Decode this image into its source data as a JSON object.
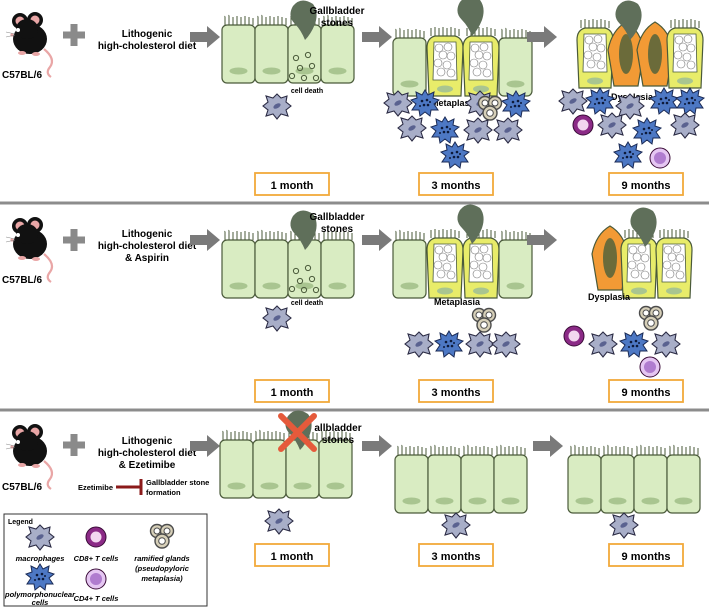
{
  "colors": {
    "cell_fill": "#d9ecc2",
    "cell_stroke": "#4a5a3a",
    "nucleus": "#a9c590",
    "stone": "#5f6f5a",
    "metaplasia_fill": "#e8ec6a",
    "dysplasia_fill": "#f29a35",
    "arrow": "#7a7a7a",
    "time_border": "#f2a93b",
    "divider": "#8c8c8c",
    "macrophage": "#a8aec8",
    "pmn": "#4d78c4",
    "cd8": "#8b2a86",
    "cd4": "#b07ccf",
    "x_mark": "#e55a3b",
    "inhibit": "#8b1a1a"
  },
  "panels": [
    {
      "mouse_label": "C57BL/6",
      "diet_line1": "Lithogenic",
      "diet_line2": "high-cholesterol diet",
      "diet_line3": "",
      "stones_line1": "Gallbladder",
      "stones_line2": "stones",
      "cell_death": "cell death",
      "metaplasia": "Metaplasia",
      "dysplasia": "Dysplasia",
      "times": [
        "1 month",
        "3 months",
        "9 months"
      ]
    },
    {
      "mouse_label": "C57BL/6",
      "diet_line1": "Lithogenic",
      "diet_line2": "high-cholesterol diet",
      "diet_line3": "& Aspirin",
      "stones_line1": "Gallbladder",
      "stones_line2": "stones",
      "cell_death": "cell death",
      "metaplasia": "Metaplasia",
      "dysplasia": "Dysplasia",
      "times": [
        "1 month",
        "3 months",
        "9 months"
      ]
    },
    {
      "mouse_label": "C57BL/6",
      "diet_line1": "Lithogenic",
      "diet_line2": "high-cholesterol diet",
      "diet_line3": "& Ezetimibe",
      "stones_line1": "allbladder",
      "stones_line2": "stones",
      "inhibitor": "Ezetimibe",
      "inhibit_target_line1": "Gallbladder stone",
      "inhibit_target_line2": "formation",
      "times": [
        "1 month",
        "3 months",
        "9 months"
      ]
    }
  ],
  "legend": {
    "title": "Legend",
    "macrophages": "macrophages",
    "cd8": "CD8+ T cells",
    "ramified_line1": "ramified glands",
    "ramified_line2": "(pseudopyloric",
    "ramified_line3": "metaplasia)",
    "pmn_line1": "polymorphonuclear",
    "pmn_line2": "cells",
    "cd4": "CD4+ T cells"
  }
}
